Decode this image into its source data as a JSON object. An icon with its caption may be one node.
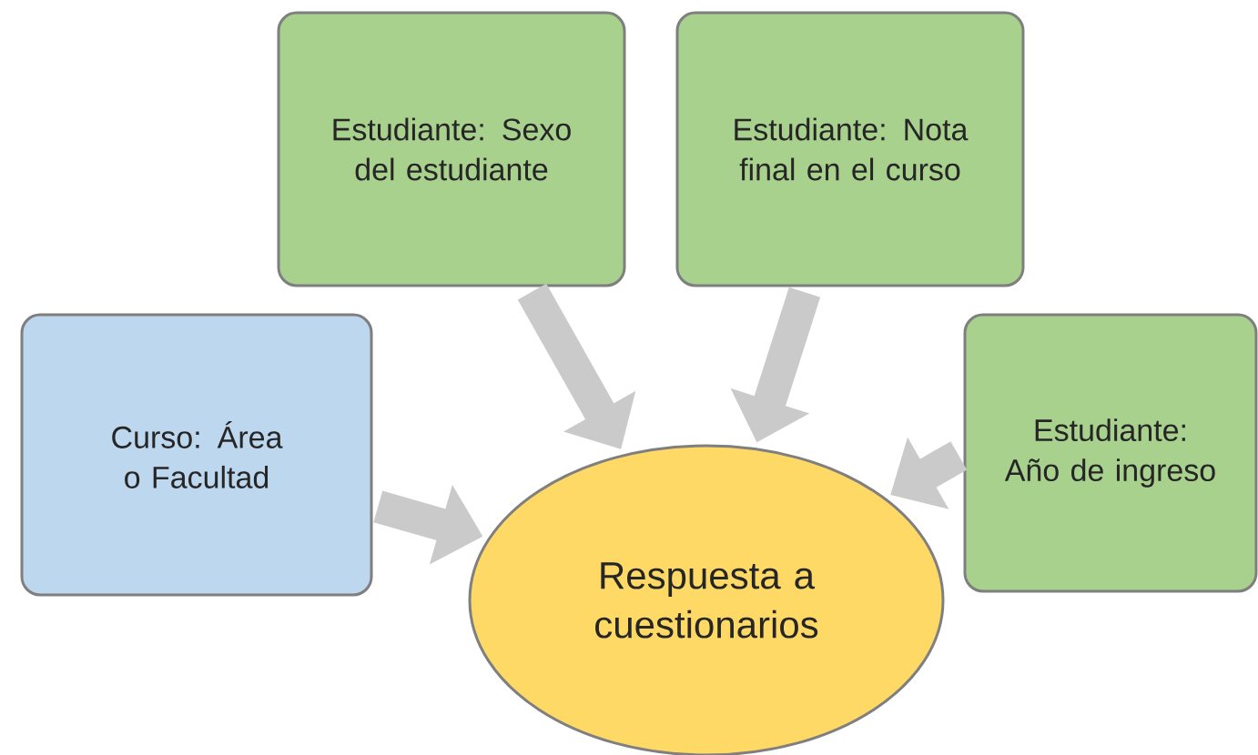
{
  "diagram": {
    "nodes": [
      {
        "text": [
          "Curso: Área o Facultad"
        ]
      },
      {
        "text": [
          "Estudiante: Sexo del estudiante"
        ]
      },
      {
        "text": [
          "Estudiante: Nota final en el curso"
        ]
      },
      {
        "text": [
          "Estudiante: Año de ingreso"
        ]
      },
      {
        "text": [
          "Respuesta a cuestionarios"
        ]
      }
    ],
    "edges": [
      {
        "from": 0,
        "to": 4,
        "arrow": "to"
      },
      {
        "from": 1,
        "to": 4,
        "arrow": "to"
      },
      {
        "from": 2,
        "to": 4,
        "arrow": "to"
      },
      {
        "from": 3,
        "to": 4,
        "arrow": "to"
      }
    ]
  }
}
